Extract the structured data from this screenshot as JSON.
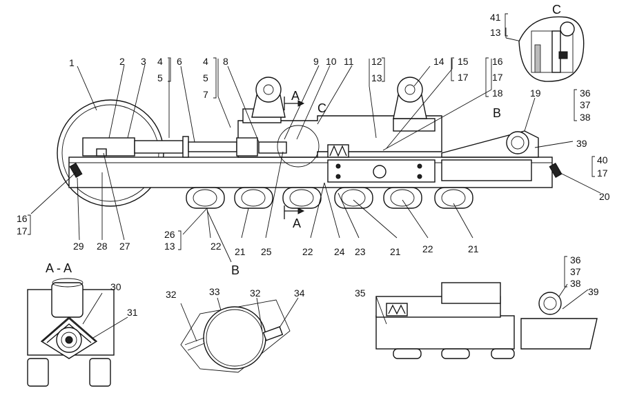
{
  "views": {
    "main": {
      "section_arrow": "A",
      "detail_mark_b": "B",
      "detail_mark_c": "C"
    },
    "section_aa": {
      "title": "A - A"
    },
    "detail_c": {
      "title": "C"
    }
  },
  "callouts": {
    "n1": "1",
    "n2": "2",
    "n3": "3",
    "n4a": "4",
    "n5a": "5",
    "n6": "6",
    "n4b": "4",
    "n5b": "5",
    "n7": "7",
    "n8": "8",
    "n9": "9",
    "n10": "10",
    "n11": "11",
    "n12": "12",
    "n13a": "13",
    "n14": "14",
    "n15": "15",
    "n17a": "17",
    "n16a": "16",
    "n17b": "17",
    "n18": "18",
    "n19": "19",
    "n36a": "36",
    "n37a": "37",
    "n38a": "38",
    "n39a": "39",
    "n40": "40",
    "n17c": "17",
    "n20": "20",
    "n41": "41",
    "n13b": "13",
    "n16b": "16",
    "n17d": "17",
    "n29": "29",
    "n28": "28",
    "n27": "27",
    "n26": "26",
    "n13c": "13",
    "n22a": "22",
    "n21a": "21",
    "n25": "25",
    "n22b": "22",
    "n24": "24",
    "n23": "23",
    "n21b": "21",
    "n22c": "22",
    "n21c": "21",
    "n30": "30",
    "n31": "31",
    "n32a": "32",
    "n33": "33",
    "n32b": "32",
    "n34": "34",
    "n35": "35",
    "n36b": "36",
    "n37b": "37",
    "n38b": "38",
    "n39b": "39"
  }
}
